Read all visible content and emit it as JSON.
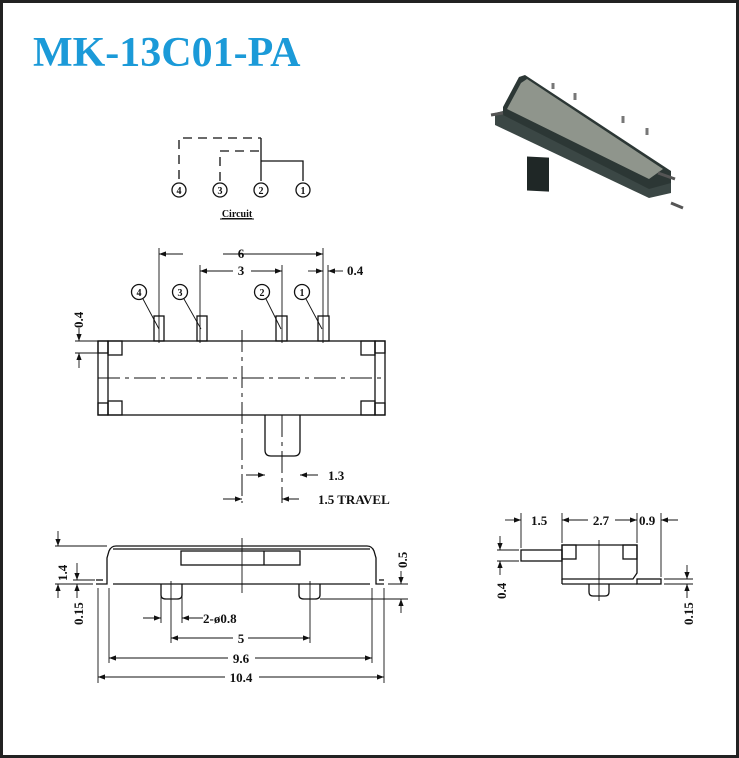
{
  "title": "MK-13C01-PA",
  "colors": {
    "title": "#1b9ad8",
    "body_top": "#8f958c",
    "body_side": "#2e3a38"
  },
  "circuit": {
    "label": "Circuit",
    "pins": [
      "4",
      "3",
      "2",
      "1"
    ]
  },
  "top_view": {
    "pin_labels": [
      "4",
      "3",
      "2",
      "1"
    ],
    "dim_pitch_total": "6",
    "dim_pitch": "3",
    "dim_pin_width": "0.4",
    "dim_pin_height": "0.4",
    "dim_actuator": "1.3",
    "dim_travel": "1.5 TRAVEL"
  },
  "side_view": {
    "dim_height": "1.4",
    "dim_lead": "0.15",
    "dim_step": "0.5",
    "dim_holes": "2-ø0.8",
    "dim_hole_spacing": "5",
    "dim_body": "9.6",
    "dim_overall": "10.4"
  },
  "end_view": {
    "dim_actuator": "1.5",
    "dim_body": "2.7",
    "dim_foot": "0.9",
    "dim_actuator_thk": "0.4",
    "dim_foot_thk": "0.15"
  }
}
